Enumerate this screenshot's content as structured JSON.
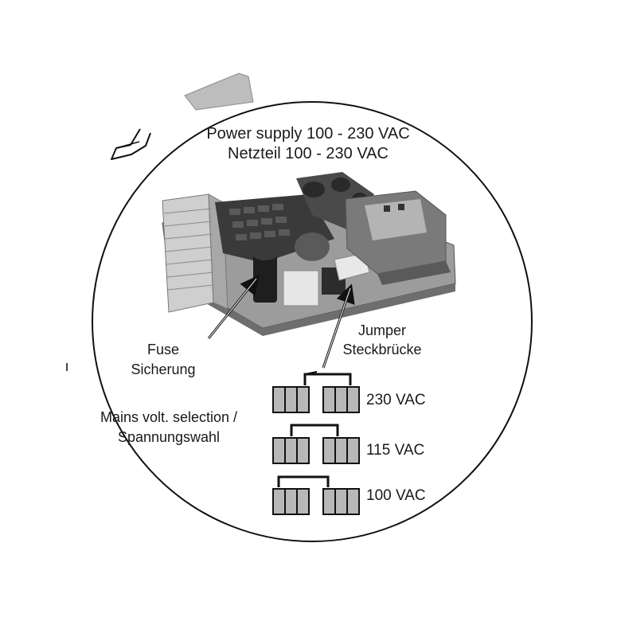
{
  "title": {
    "line1": "Power supply 100 - 230 VAC",
    "line2": "Netzteil 100 - 230 VAC"
  },
  "fuse": {
    "line1": "Fuse",
    "line2": "Sicherung"
  },
  "jumper": {
    "line1": "Jumper",
    "line2": "Steckbrücke"
  },
  "mains": {
    "line1": "Mains volt. selection /",
    "line2": "Spannungswahl"
  },
  "jumper_settings": [
    {
      "voltage": "230 VAC"
    },
    {
      "voltage": "115 VAC"
    },
    {
      "voltage": "100 VAC"
    }
  ],
  "colors": {
    "line": "#1a1a1a",
    "terminal_fill": "#b8b8b8",
    "board": "#8a8a8a",
    "board_dark": "#2a2a2a",
    "panel": "#c8c8c8"
  }
}
